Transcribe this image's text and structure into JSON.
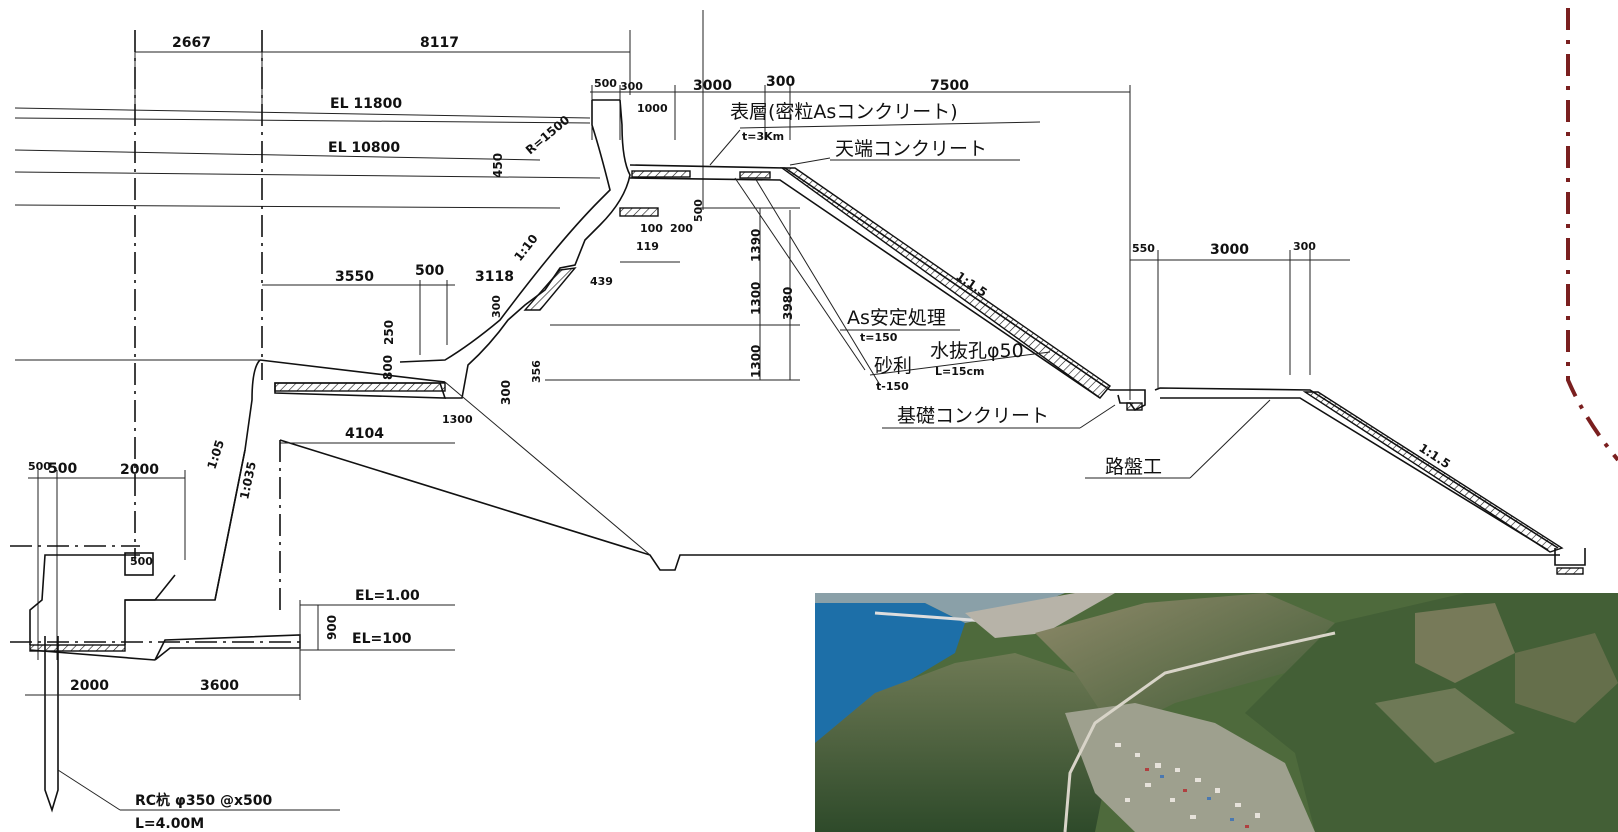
{
  "dimensions_top": [
    "2667",
    "8117",
    "500",
    "300",
    "1000",
    "3000",
    "300",
    "7500"
  ],
  "elevations": [
    "EL 11800",
    "EL 10800",
    "EL=1.00",
    "EL=100"
  ],
  "dimensions_left": [
    "3550",
    "500",
    "3118",
    "4104",
    "500",
    "500",
    "2000",
    "500",
    "2000",
    "3600"
  ],
  "dimensions_right": [
    "550",
    "3000",
    "300"
  ],
  "dimensions_vertical": [
    "1390",
    "1300",
    "1300",
    "3980",
    "250",
    "800",
    "300",
    "900"
  ],
  "small_dims": [
    "R=1500",
    "450",
    "500",
    "100",
    "200",
    "300",
    "119",
    "439",
    "300",
    "356",
    "1300"
  ],
  "slopes": [
    "1:10",
    "1:1.5",
    "1:05",
    "1:035",
    "1:1.5"
  ],
  "labels": {
    "surface_layer": "表層(密粒Asコンクリート)",
    "surface_thickness": "t=3Km",
    "crest_concrete": "天端コンクリート",
    "as_treatment": "As安定処理",
    "as_thickness": "t=150",
    "gravel": "砂利",
    "gravel_thickness": "t-150",
    "drain_hole": "水抜孔φ50",
    "drain_length": "L=15cm",
    "foundation_concrete": "基礎コンクリート",
    "roadbed": "路盤工",
    "pile": "RC杭 φ350 @x500",
    "pile_length": "L=4.00M"
  },
  "photo": {
    "subject": "aerial-coastal-village-photo"
  },
  "colors": {
    "ink": "#111111",
    "accent_dashdot": "#7a1f1f",
    "sea": "#1d6fa8",
    "forest": "#3a5a32"
  }
}
